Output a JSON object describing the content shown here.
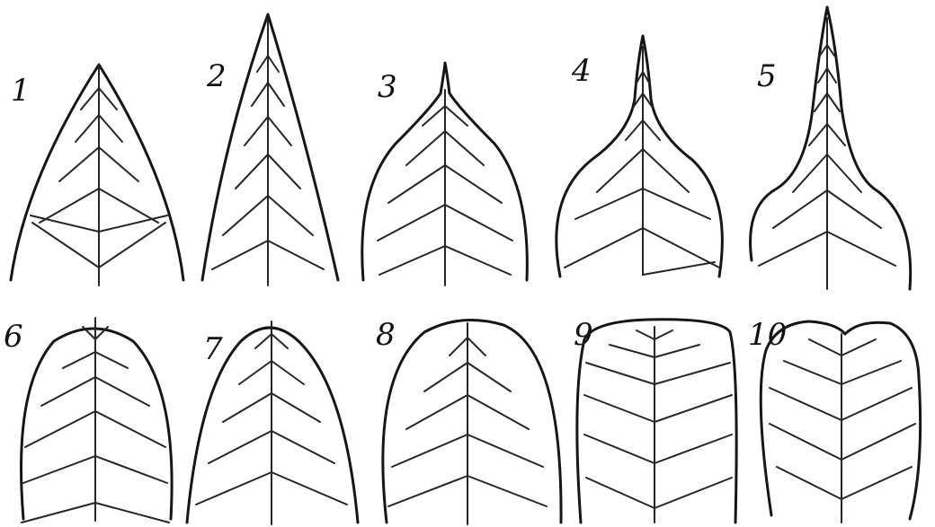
{
  "figure": {
    "leaves": [
      {
        "label": "1"
      },
      {
        "label": "2"
      },
      {
        "label": "3"
      },
      {
        "label": "4"
      },
      {
        "label": "5"
      },
      {
        "label": "6"
      },
      {
        "label": "7"
      },
      {
        "label": "8"
      },
      {
        "label": "9"
      },
      {
        "label": "10"
      }
    ]
  }
}
